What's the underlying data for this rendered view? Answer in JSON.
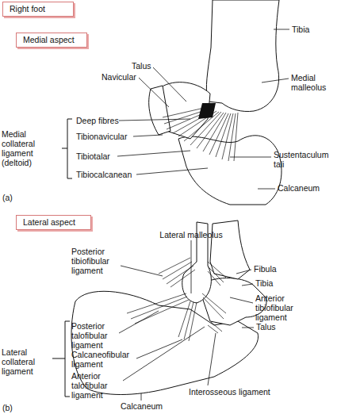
{
  "diagram": {
    "nodes": [
      {
        "text": [
          "Right foot"
        ]
      },
      {
        "text": [
          "Medial aspect"
        ]
      },
      {
        "text": [
          "Lateral aspect"
        ]
      }
    ],
    "labels": [
      "Tibia",
      "Talus",
      "Navicular",
      "Medial malleolus",
      "Deep fibres",
      "Tibionavicular",
      "Tibiotalar",
      "Tibiocalcanean",
      "Medial collateral ligament (deltoid)",
      "Sustentaculum tali",
      "Calcaneum",
      "(a)",
      "Lateral malleolus",
      "Posterior tibiofibular ligament",
      "Fibula",
      "Tibia",
      "Anterior tibiofibular ligament",
      "Talus",
      "Posterior talofibular ligament",
      "Calcaneofibular ligament",
      "Anterior talofibular ligament",
      "Lateral collateral ligament",
      "Interosseous ligament",
      "Calcaneum",
      "(b)"
    ]
  }
}
